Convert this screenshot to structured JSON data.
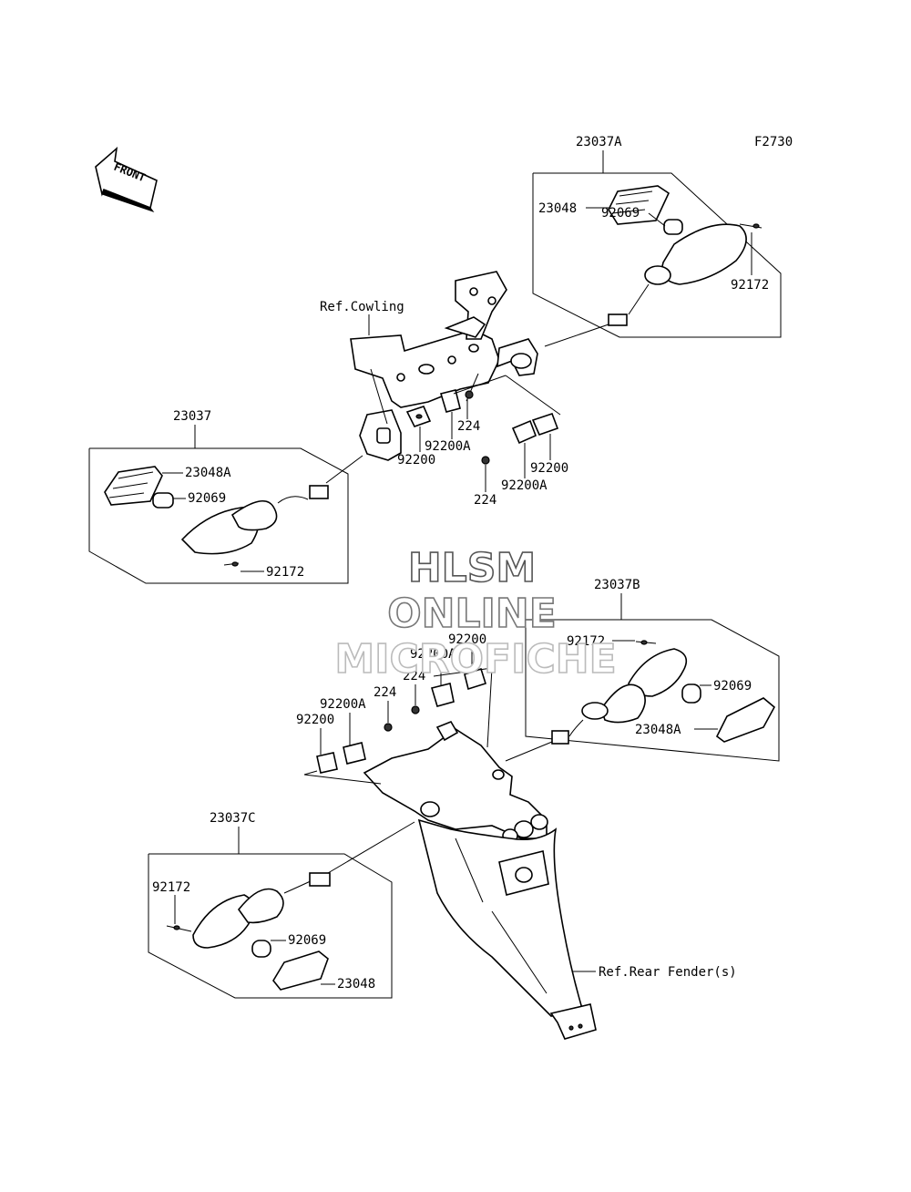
{
  "figure_code": "F2730",
  "front_label": "FRONT",
  "ref_labels": {
    "cowling": "Ref.Cowling",
    "rear_fender": "Ref.Rear Fender(s)"
  },
  "watermark": {
    "line1": "HLSM",
    "line2": "ONLINE",
    "line3": "MICROFICHE"
  },
  "assemblies": {
    "front_right": {
      "id": "23037A",
      "parts": {
        "lens": "23048",
        "bulb": "92069",
        "screw": "92172"
      }
    },
    "front_left": {
      "id": "23037",
      "parts": {
        "lens": "23048A",
        "bulb": "92069",
        "screw": "92172"
      }
    },
    "rear_right": {
      "id": "23037B",
      "parts": {
        "screw": "92172",
        "bulb": "92069",
        "lens": "23048A"
      }
    },
    "rear_left": {
      "id": "23037C",
      "parts": {
        "screw": "92172",
        "bulb": "92069",
        "lens": "23048"
      }
    }
  },
  "hardware": {
    "front_bracket": {
      "nut_upper": "224",
      "plate_upper_a": "92200A",
      "plate_upper": "92200",
      "plate_right": "92200",
      "plate_right_a": "92200A",
      "nut_lower": "224"
    },
    "rear_bracket": {
      "plate_top": "92200",
      "plate_top_a": "92200A",
      "nut_a": "224",
      "nut_b": "224",
      "plate_a": "92200A",
      "plate": "92200"
    }
  }
}
